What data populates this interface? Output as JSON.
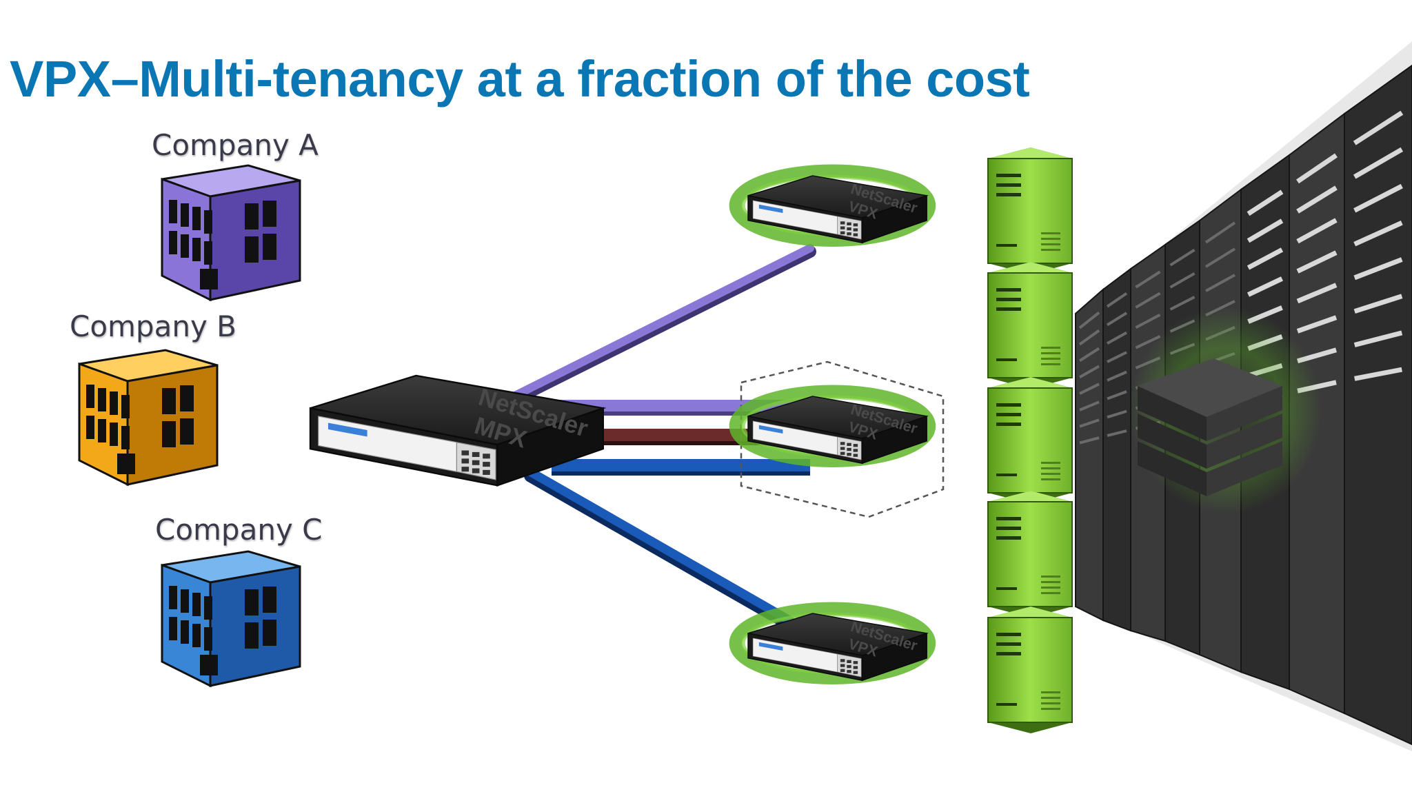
{
  "slide": {
    "title": "VPX–Multi-tenancy at a fraction of the cost"
  },
  "companies": [
    {
      "label": "Company A",
      "color": "#8a74d8",
      "dark": "#5a46a8",
      "light": "#b8a8f0"
    },
    {
      "label": "Company B",
      "color": "#f2a818",
      "dark": "#c07a06",
      "light": "#ffd060"
    },
    {
      "label": "Company C",
      "color": "#3a86d6",
      "dark": "#1f5aa8",
      "light": "#78b6f0"
    }
  ],
  "appliances": {
    "mpx": {
      "brand": "NetScaler",
      "model": "MPX"
    },
    "vpx": {
      "brand": "NetScaler",
      "model": "VPX"
    }
  },
  "colors": {
    "title": "#0a76b3",
    "link_purple": "#8a78d6",
    "link_maroon": "#6b2b2b",
    "link_blue": "#1a5ab8",
    "server_green": "#8cd03a",
    "glow_green": "#5fb52a"
  }
}
